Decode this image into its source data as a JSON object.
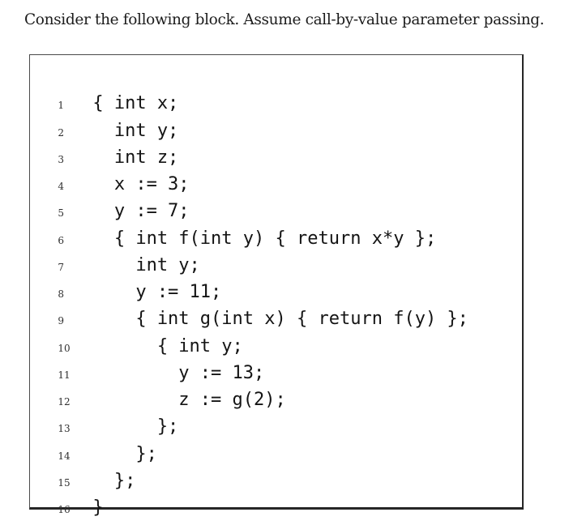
{
  "page": {
    "prompt": "Consider the following block. Assume call-by-value parameter passing."
  },
  "code_block": {
    "border_color": "#262626",
    "text_color": "#141414",
    "line_number_color": "#2f2f2f",
    "lines": [
      {
        "no": "1",
        "code": "{ int x;"
      },
      {
        "no": "2",
        "code": "  int y;"
      },
      {
        "no": "3",
        "code": "  int z;"
      },
      {
        "no": "4",
        "code": "  x := 3;"
      },
      {
        "no": "5",
        "code": "  y := 7;"
      },
      {
        "no": "6",
        "code": "  { int f(int y) { return x*y };"
      },
      {
        "no": "7",
        "code": "    int y;"
      },
      {
        "no": "8",
        "code": "    y := 11;"
      },
      {
        "no": "9",
        "code": "    { int g(int x) { return f(y) };"
      },
      {
        "no": "10",
        "code": "      { int y;"
      },
      {
        "no": "11",
        "code": "        y := 13;"
      },
      {
        "no": "12",
        "code": "        z := g(2);"
      },
      {
        "no": "13",
        "code": "      };"
      },
      {
        "no": "14",
        "code": "    };"
      },
      {
        "no": "15",
        "code": "  };"
      },
      {
        "no": "16",
        "code": "}"
      }
    ]
  }
}
